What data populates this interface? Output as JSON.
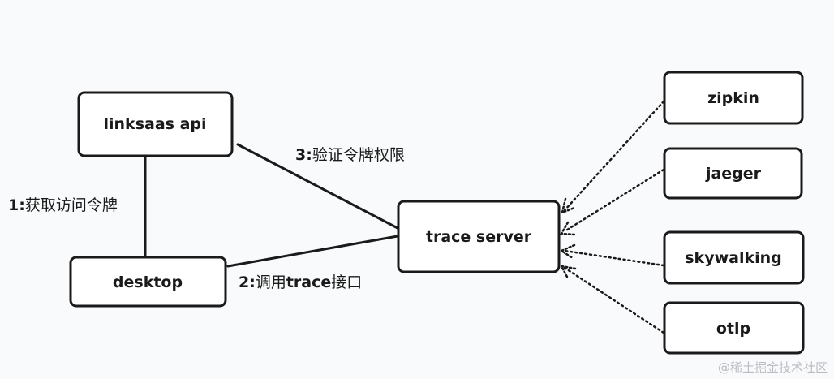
{
  "nodes": {
    "linksaas_api": "linksaas api",
    "desktop": "desktop",
    "trace_server": "trace server",
    "zipkin": "zipkin",
    "jaeger": "jaeger",
    "skywalking": "skywalking",
    "otlp": "otlp"
  },
  "edges": {
    "step1": {
      "num": "1:",
      "text": "获取访问令牌"
    },
    "step2": {
      "num": "2:",
      "text_a": "调用",
      "text_b": "trace",
      "text_c": "接口"
    },
    "step3": {
      "num": "3:",
      "text": "验证令牌权限"
    }
  },
  "watermark": "@稀土掘金技术社区"
}
